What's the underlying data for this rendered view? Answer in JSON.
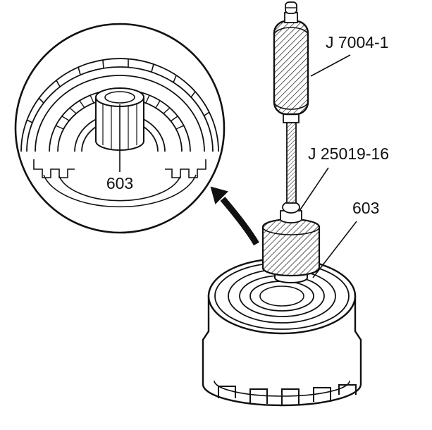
{
  "figure": {
    "type": "technical-illustration",
    "subject": "bushing-installation-with-driver-and-installer-into-clutch-drum",
    "labels": {
      "tool_handle": "J 7004-1",
      "installer": "J 25019-16",
      "bushing_main": "603",
      "bushing_detail": "603"
    },
    "colors": {
      "line": "#111111",
      "background": "#ffffff"
    }
  }
}
